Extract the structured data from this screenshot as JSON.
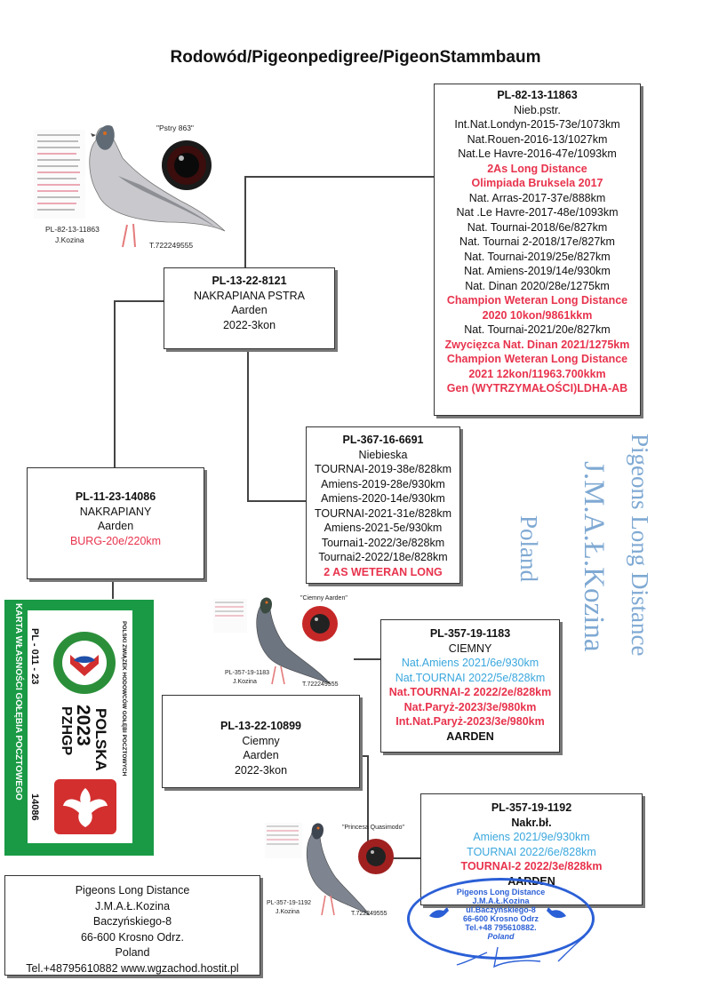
{
  "title": "Rodowód/Pigeonpedigree/PigeonStammbaum",
  "photos": {
    "sire_sire": {
      "name": "\"Pstry 863\"",
      "ring": "PL-82-13-11863",
      "owner": "J.Kozina",
      "tel": "T.722249555"
    },
    "dam_sire": {
      "name": "\"Ciemny Aarden\"",
      "ring": "PL-357-19-1183",
      "owner": "J.Kozina",
      "tel": "T.722249555"
    },
    "dam_dam": {
      "name": "\"Princesa Quasimodo\"",
      "ring": "PL-357-19-1192",
      "owner": "J.Kozina",
      "tel": "T.722249555"
    }
  },
  "gg_sire": {
    "ring": "PL-82-13-11863",
    "color": "Nieb.pstr.",
    "results": [
      {
        "text": "Int.Nat.Londyn-2015-73e/1073km",
        "style": "n"
      },
      {
        "text": "Nat.Rouen-2016-13/1027km",
        "style": "n"
      },
      {
        "text": "Nat.Le Havre-2016-47e/1093km",
        "style": "n"
      },
      {
        "text": "2As  Long Distance",
        "style": "r"
      },
      {
        "text": "Olimpiada Bruksela 2017",
        "style": "r"
      },
      {
        "text": "Nat. Arras-2017-37e/888km",
        "style": "n"
      },
      {
        "text": "Nat .Le Havre-2017-48e/1093km",
        "style": "n"
      },
      {
        "text": "Nat. Tournai-2018/6e/827km",
        "style": "n"
      },
      {
        "text": "Nat. Tournai 2-2018/17e/827km",
        "style": "n"
      },
      {
        "text": "Nat. Tournai-2019/25e/827km",
        "style": "n"
      },
      {
        "text": "Nat. Amiens-2019/14e/930km",
        "style": "n"
      },
      {
        "text": "Nat. Dinan 2020/28e/1275km",
        "style": "n"
      },
      {
        "text": "Champion Weteran Long Distance",
        "style": "r"
      },
      {
        "text": "2020 10kon/9861kkm",
        "style": "r"
      },
      {
        "text": "Nat. Tournai-2021/20e/827km",
        "style": "n"
      },
      {
        "text": "Zwycięzca Nat. Dinan 2021/1275km",
        "style": "r"
      },
      {
        "text": "Champion Weteran Long Distance",
        "style": "r"
      },
      {
        "text": "2021 12kon/11963.700kkm",
        "style": "r"
      },
      {
        "text": "Gen (WYTRZYMAŁOŚCI)LDHA-AB",
        "style": "r"
      }
    ]
  },
  "g_sire": {
    "ring": "PL-13-22-8121",
    "color": "NAKRAPIANA PSTRA",
    "strain": "Aarden",
    "note": "2022-3kon"
  },
  "gg_dam1": {
    "ring": "PL-367-16-6691",
    "color": "Niebieska",
    "results": [
      {
        "text": "TOURNAI-2019-38e/828km",
        "style": "n"
      },
      {
        "text": "Amiens-2019-28e/930km",
        "style": "n"
      },
      {
        "text": "Amiens-2020-14e/930km",
        "style": "n"
      },
      {
        "text": "TOURNAI-2021-31e/828km",
        "style": "n"
      },
      {
        "text": "Amiens-2021-5e/930km",
        "style": "n"
      },
      {
        "text": "Tournai1-2022/3e/828km",
        "style": "n"
      },
      {
        "text": "Tournai2-2022/18e/828km",
        "style": "n"
      },
      {
        "text": "2 AS WETERAN LONG",
        "style": "r"
      }
    ]
  },
  "subject": {
    "ring": "PL-11-23-14086",
    "color": "NAKRAPIANY",
    "strain": "Aarden",
    "result": "BURG-20e/220km"
  },
  "gg_sire2": {
    "ring": "PL-357-19-1183",
    "color": "CIEMNY",
    "results": [
      {
        "text": "Nat.Amiens 2021/6e/930km",
        "style": "b"
      },
      {
        "text": "Nat.TOURNAI 2022/5e/828km",
        "style": "b"
      },
      {
        "text": "Nat.TOURNAI-2 2022/2e/828km",
        "style": "r"
      },
      {
        "text": "Nat.Paryż-2023/3e/980km",
        "style": "r"
      },
      {
        "text": "Int.Nat.Paryż-2023/3e/980km",
        "style": "r"
      }
    ],
    "strain": "AARDEN"
  },
  "g_dam": {
    "ring": "PL-13-22-10899",
    "color": "Ciemny",
    "strain": "Aarden",
    "note": "2022-3kon"
  },
  "gg_dam2": {
    "ring": "PL-357-19-1192",
    "color": "Nakr.bł.",
    "results": [
      {
        "text": "Amiens 2021/9e/930km",
        "style": "b"
      },
      {
        "text": "TOURNAI 2022/6e/828km",
        "style": "b"
      },
      {
        "text": "TOURNAI-2 2022/3e/828km",
        "style": "r"
      }
    ],
    "strain": "AARDEN"
  },
  "owner_box": {
    "name": "Pigeons Long Distance",
    "owner": "J.M.A.Ł.Kozina",
    "street": "Baczyńskiego-8",
    "city": "66-600 Krosno Odrz.",
    "country": "Poland",
    "contact": "Tel.+48795610882 www.wgzachod.hostit.pl"
  },
  "side_title": {
    "line1": "Pigeons Long Distance",
    "line2": "J.M.A.Ł.Kozina",
    "line3": "Poland"
  },
  "card": {
    "side_text": "KARTA WŁASNOŚCI GOŁĘBIA POCZTOWEGO",
    "ring": "PL - 011 - 23",
    "number": "14086",
    "org": "POLSKI ZWIĄZEK HODOWCÓW GOŁĘBI POCZTOWYCH",
    "country": "POLSKA",
    "year": "2023",
    "abbr": "PZHGP"
  },
  "stamp": {
    "line1": "Pigeons Long  Distance",
    "line2": "J.M.A.Ł.Kozina",
    "line3": "ul.Baczyńskiego-8",
    "line4": "66-600 Krosno Odrz",
    "line5": "Tel.+48 795610882.",
    "line6": "Poland"
  }
}
